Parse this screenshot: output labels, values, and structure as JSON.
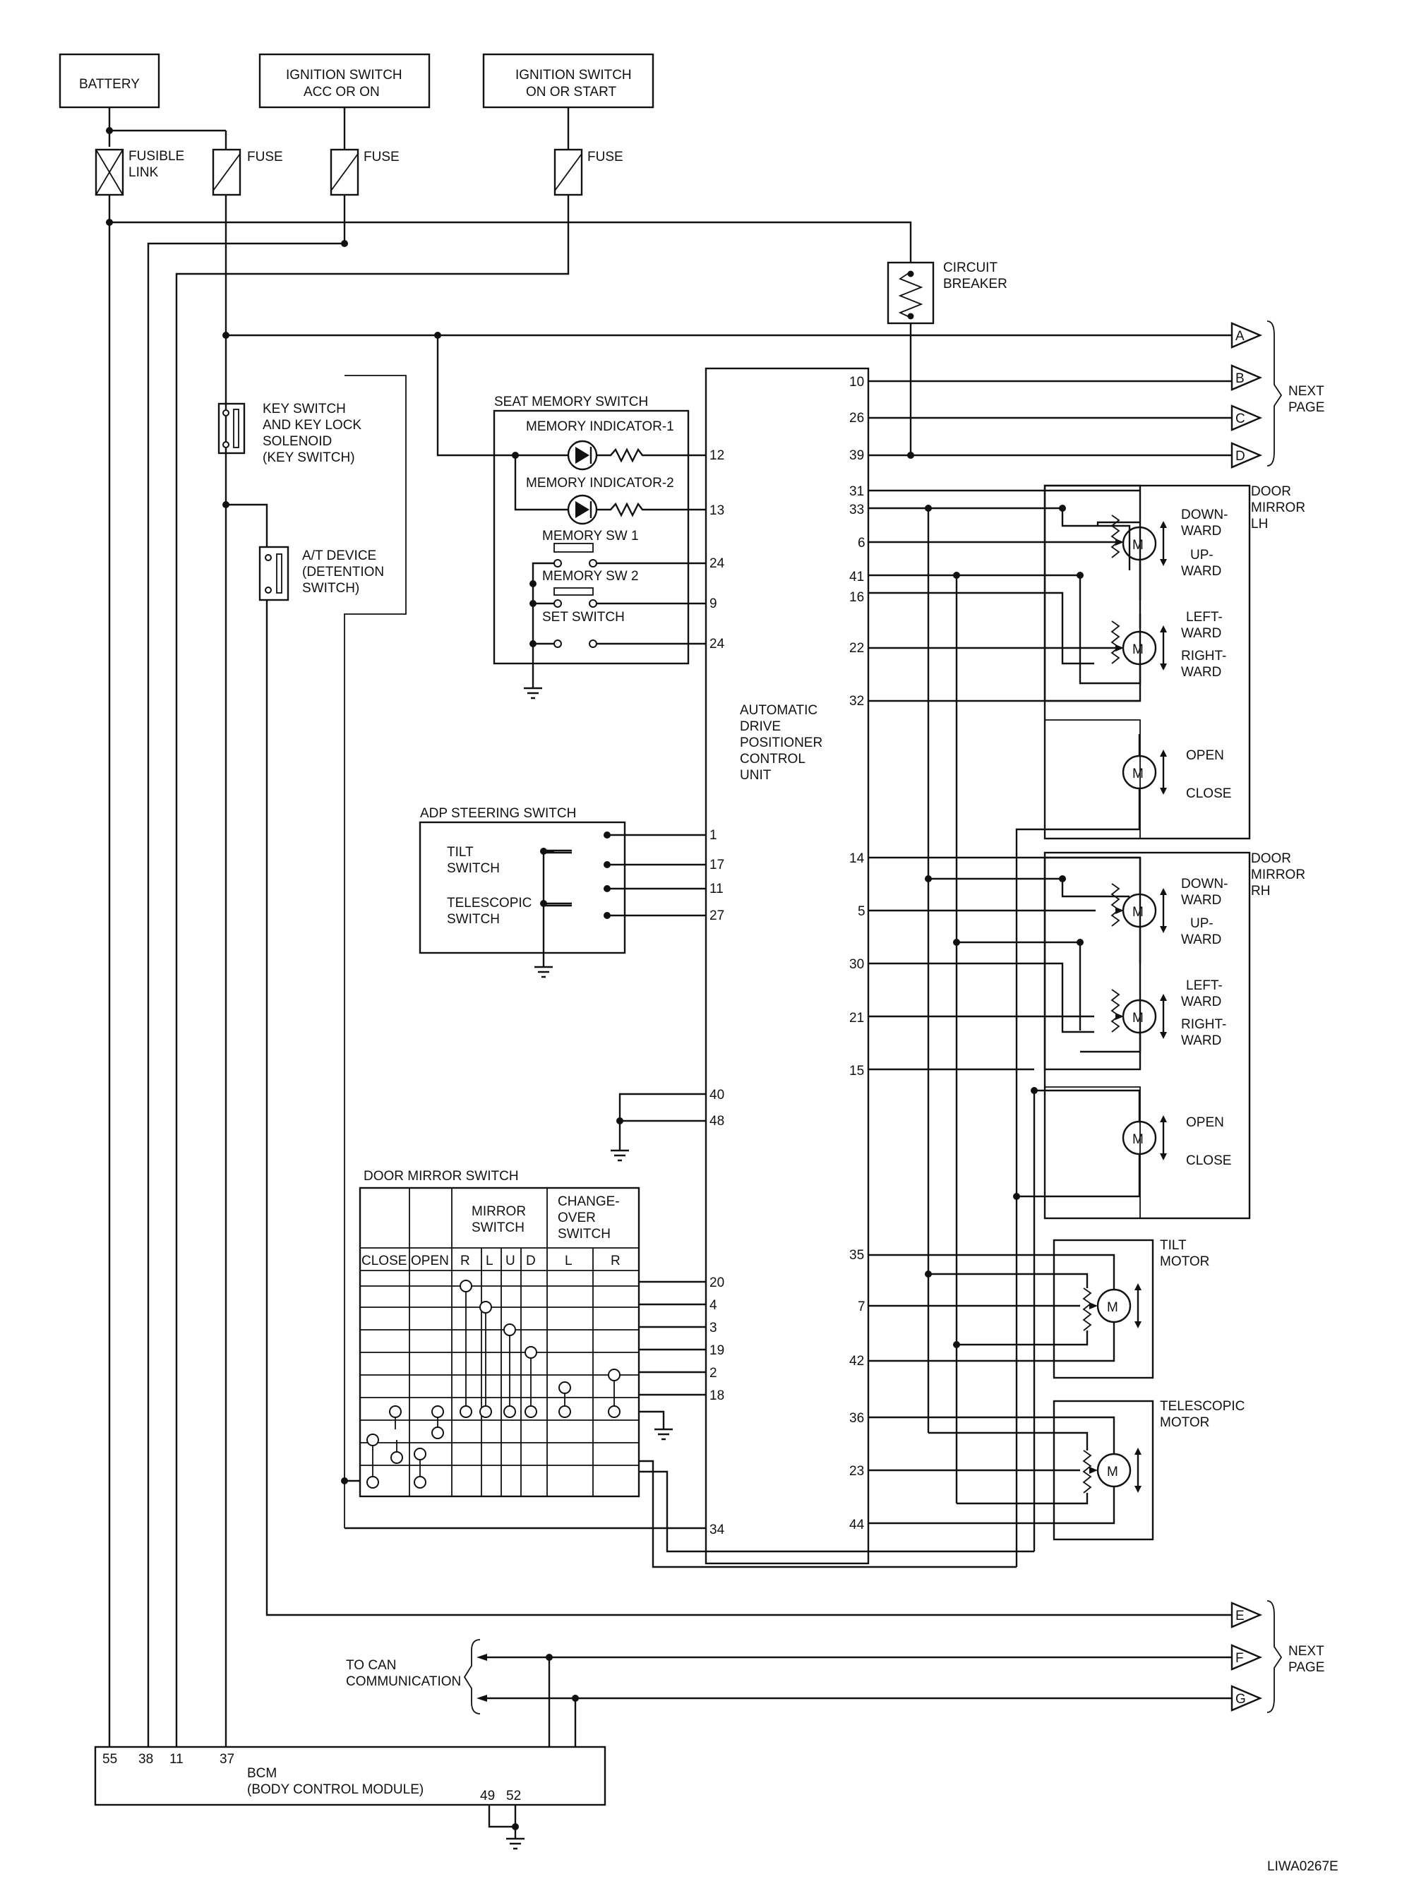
{
  "sources": {
    "battery": "BATTERY",
    "ign_acc_l1": "IGNITION SWITCH",
    "ign_acc_l2": "ACC OR ON",
    "ign_on_l1": "IGNITION SWITCH",
    "ign_on_l2": "ON OR START"
  },
  "fuses": {
    "fusible_l1": "FUSIBLE",
    "fusible_l2": "LINK",
    "fuse": "FUSE"
  },
  "breaker": {
    "l1": "CIRCUIT",
    "l2": "BREAKER"
  },
  "key_switch": {
    "l1": "KEY SWITCH",
    "l2": "AND KEY LOCK",
    "l3": "SOLENOID",
    "l4": "(KEY SWITCH)"
  },
  "at_device": {
    "l1": "A/T DEVICE",
    "l2": "(DETENTION",
    "l3": "SWITCH)"
  },
  "seat_memory": {
    "title": "SEAT MEMORY SWITCH",
    "ind1": "MEMORY INDICATOR-1",
    "ind2": "MEMORY INDICATOR-2",
    "sw1": "MEMORY SW 1",
    "sw2": "MEMORY SW 2",
    "set": "SET SWITCH"
  },
  "adp": {
    "title": "ADP STEERING SWITCH",
    "tilt_l1": "TILT",
    "tilt_l2": "SWITCH",
    "tele_l1": "TELESCOPIC",
    "tele_l2": "SWITCH"
  },
  "control_unit": {
    "l1": "AUTOMATIC",
    "l2": "DRIVE",
    "l3": "POSITIONER",
    "l4": "CONTROL",
    "l5": "UNIT"
  },
  "pins_left": [
    "12",
    "13",
    "24",
    "9",
    "24",
    "1",
    "17",
    "11",
    "27",
    "40",
    "48",
    "20",
    "4",
    "3",
    "19",
    "2",
    "18",
    "34"
  ],
  "pins_right": [
    "10",
    "26",
    "39",
    "31",
    "33",
    "6",
    "41",
    "16",
    "22",
    "32",
    "14",
    "5",
    "30",
    "21",
    "15",
    "35",
    "7",
    "42",
    "36",
    "23",
    "44"
  ],
  "connectors": [
    "A",
    "B",
    "C",
    "D",
    "E",
    "F",
    "G"
  ],
  "next_page": {
    "l1": "NEXT",
    "l2": "PAGE"
  },
  "mirror_lh": {
    "l1": "DOOR",
    "l2": "MIRROR",
    "l3": "LH"
  },
  "mirror_rh": {
    "l1": "DOOR",
    "l2": "MIRROR",
    "l3": "RH"
  },
  "dirs": {
    "down_l1": "DOWN-",
    "down_l2": "WARD",
    "up_l1": "UP-",
    "up_l2": "WARD",
    "left_l1": "LEFT-",
    "left_l2": "WARD",
    "right_l1": "RIGHT-",
    "right_l2": "WARD",
    "open": "OPEN",
    "close": "CLOSE"
  },
  "motor_glyph": "M",
  "tilt_motor": {
    "l1": "TILT",
    "l2": "MOTOR"
  },
  "tele_motor": {
    "l1": "TELESCOPIC",
    "l2": "MOTOR"
  },
  "mirror_switch": {
    "title": "DOOR MIRROR SWITCH",
    "mirror_l1": "MIRROR",
    "mirror_l2": "SWITCH",
    "change_l1": "CHANGE-",
    "change_l2": "OVER",
    "change_l3": "SWITCH",
    "cols": [
      "CLOSE",
      "OPEN",
      "R",
      "L",
      "U",
      "D",
      "L",
      "R"
    ]
  },
  "can": {
    "l1": "TO CAN",
    "l2": "COMMUNICATION"
  },
  "bcm": {
    "l1": "BCM",
    "l2": "(BODY CONTROL MODULE)",
    "pins_top": [
      "55",
      "38",
      "11",
      "37"
    ],
    "pins_bottom": [
      "49",
      "52"
    ]
  },
  "figure_id": "LIWA0267E"
}
